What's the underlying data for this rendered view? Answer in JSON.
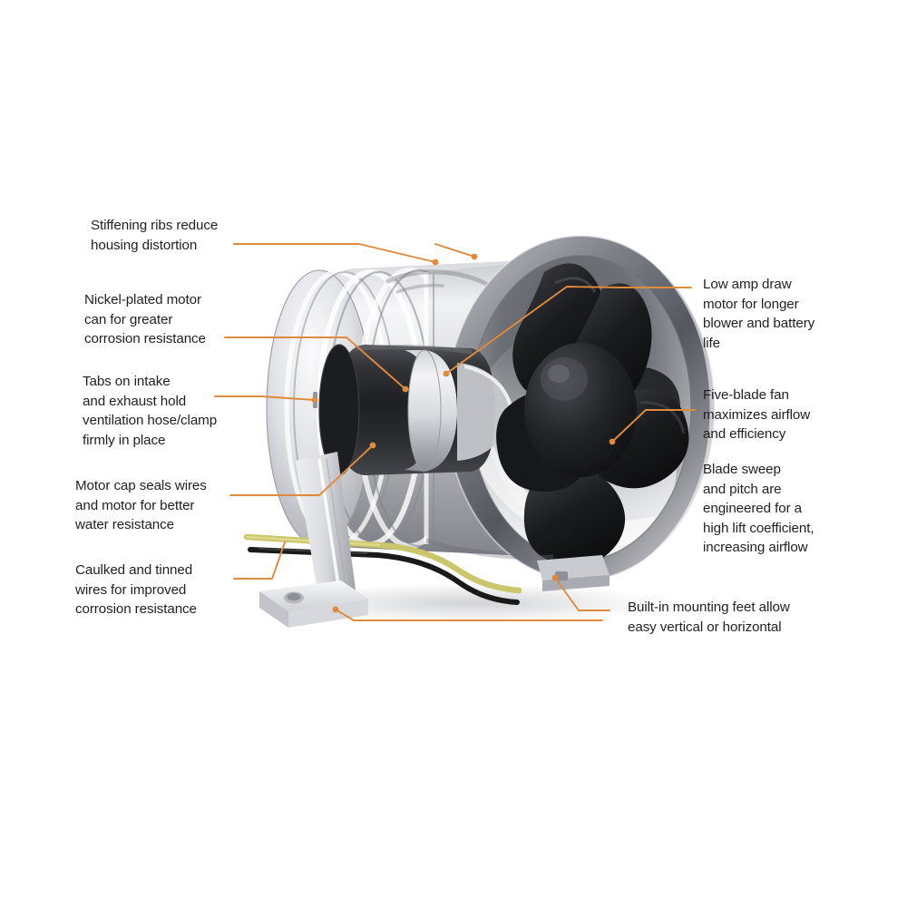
{
  "diagram": {
    "title": "Marine in-line blower cutaway with feature callouts",
    "subject": "in-line ventilation blower",
    "background_color": "#ffffff",
    "leader_color": "#e08a3c",
    "text_color": "#231f20"
  },
  "callouts": [
    {
      "id": "stiffening-ribs",
      "side": "left",
      "text": "Stiffening ribs reduce\nhousing distortion"
    },
    {
      "id": "nickel-plated-motor",
      "side": "left",
      "text": "Nickel-plated motor\ncan for greater\ncorrosion resistance"
    },
    {
      "id": "tabs-intake-exhaust",
      "side": "left",
      "text": "Tabs on intake\nand exhaust hold\nventilation hose/clamp\nfirmly in place"
    },
    {
      "id": "motor-cap-seals",
      "side": "left",
      "text": "Motor cap seals wires\nand motor for better\nwater resistance"
    },
    {
      "id": "caulked-tinned-wires",
      "side": "left",
      "text": "Caulked and tinned\nwires for improved\ncorrosion resistance"
    },
    {
      "id": "low-amp-draw",
      "side": "right",
      "text": "Low amp draw\nmotor for longer\nblower and battery\nlife"
    },
    {
      "id": "five-blade-fan",
      "side": "right",
      "text": "Five-blade fan\nmaximizes airflow\nand efficiency"
    },
    {
      "id": "blade-sweep-pitch",
      "side": "right",
      "text": "Blade sweep\nand pitch are\nengineered for a\nhigh lift coefficient,\nincreasing airflow"
    },
    {
      "id": "built-in-mounting-feet",
      "side": "right",
      "text": "Built-in mounting feet allow\neasy vertical or horizontal"
    }
  ],
  "product_parts": {
    "housing": "cylindrical grey plastic blower housing",
    "ribs": "stiffening rib bands",
    "motor_can": "dark nickel-plated motor can",
    "motor_cap": "light grey motor cap",
    "fan": "five-blade black impeller",
    "mounting_foot": "built-in mounting foot with screw hole",
    "wires": [
      "yellow wire",
      "black wire"
    ]
  },
  "colors": {
    "leader": "#e08a3c",
    "text": "#231f20",
    "housing_light": "#f2f2f4",
    "housing_mid": "#c8c9cd",
    "housing_dark": "#8c8e94",
    "housing_shadow": "#5d5f66",
    "motor_can_dark": "#2a2a2c",
    "fan_black": "#141416",
    "wire_yellow": "#c9c66b",
    "wire_black": "#1a1a1a"
  }
}
